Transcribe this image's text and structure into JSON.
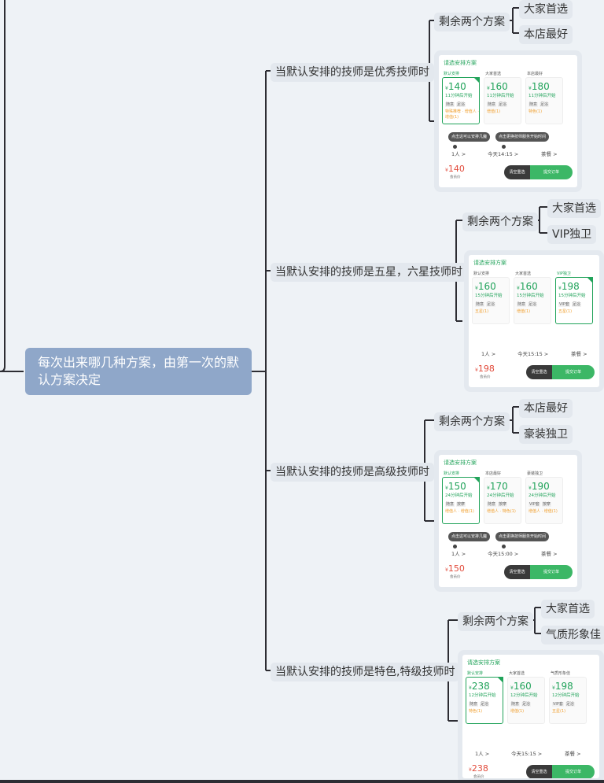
{
  "root": {
    "label": "每次出来哪几种方案，由第一次的默认方案决定"
  },
  "common": {
    "remaining_label": "剩余两个方案",
    "card_title": "请选安排方案",
    "tip_left": "点击这可以安排几魔",
    "tip_right": "点击更换技师服务开始时间",
    "people": "1人 >",
    "package": "茶餐 >",
    "price_sub": "会员价",
    "clear_button": "清空重选",
    "submit_button": "提交订单",
    "yen": "¥"
  },
  "branches": [
    {
      "label": "当默认安排的技师是优秀技师时",
      "remaining": [
        "大家首选",
        "本店最好"
      ],
      "card": {
        "time": "今天14:15 >",
        "total": "140",
        "show_tips": true,
        "options": [
          {
            "name": "默认安排",
            "price": "140",
            "start": "11分钟后开始",
            "tags": [
              "随意",
              "足浴"
            ],
            "note": "特殊推荐 · 增值人 · 增值(1)",
            "selected": true
          },
          {
            "name": "大家首选",
            "price": "160",
            "start": "11分钟后开始",
            "tags": [
              "随意",
              "足浴"
            ],
            "note": "增值(1)",
            "selected": false
          },
          {
            "name": "本店最好",
            "price": "180",
            "start": "11分钟后开始",
            "tags": [
              "随意",
              "足浴"
            ],
            "note": "特色(1)",
            "selected": false
          }
        ]
      }
    },
    {
      "label": "当默认安排的技师是五星，六星技师时",
      "remaining": [
        "大家首选",
        "VIP独卫"
      ],
      "card": {
        "time": "今天15:15 >",
        "total": "198",
        "show_tips": false,
        "options": [
          {
            "name": "默认安排",
            "price": "160",
            "start": "15分钟后开始",
            "tags": [
              "随意",
              "足浴"
            ],
            "note": "五星(1)",
            "selected": false
          },
          {
            "name": "大家首选",
            "price": "160",
            "start": "15分钟后开始",
            "tags": [
              "随意",
              "足浴"
            ],
            "note": "增值(1)",
            "selected": false
          },
          {
            "name": "VIP独卫",
            "price": "198",
            "start": "15分钟后开始",
            "tags": [
              "VIP套",
              "足浴"
            ],
            "note": "五星(1)",
            "selected": true
          }
        ]
      }
    },
    {
      "label": "当默认安排的技师是高级技师时",
      "remaining": [
        "本店最好",
        "豪装独卫"
      ],
      "card": {
        "time": "今天15:00 >",
        "total": "150",
        "show_tips": true,
        "options": [
          {
            "name": "默认安排",
            "price": "150",
            "start": "24分钟后开始",
            "tags": [
              "随意",
              "按摩"
            ],
            "note": "增值人 · 增值(1)",
            "selected": true
          },
          {
            "name": "本店最好",
            "price": "170",
            "start": "24分钟后开始",
            "tags": [
              "随意",
              "按摩"
            ],
            "note": "增值人 · 特色(1)",
            "selected": false
          },
          {
            "name": "豪装独卫",
            "price": "190",
            "start": "24分钟后开始",
            "tags": [
              "VIP套",
              "按摩"
            ],
            "note": "增值人 · 增值(1)",
            "selected": false
          }
        ]
      }
    },
    {
      "label": "当默认安排的技师是特色,特级技师时",
      "remaining": [
        "大家首选",
        "气质形象佳"
      ],
      "card": {
        "time": "今天15:15 >",
        "total": "238",
        "show_tips": false,
        "options": [
          {
            "name": "默认安排",
            "price": "238",
            "start": "12分钟后开始",
            "tags": [
              "随意",
              "足浴"
            ],
            "note": "特色(1)",
            "selected": true
          },
          {
            "name": "大家首选",
            "price": "160",
            "start": "12分钟后开始",
            "tags": [
              "随意",
              "足浴"
            ],
            "note": "增值(1)",
            "selected": false
          },
          {
            "name": "气质形象佳",
            "price": "198",
            "start": "12分钟后开始",
            "tags": [
              "VIP套",
              "足浴"
            ],
            "note": "五星(1)",
            "selected": false
          }
        ]
      }
    }
  ]
}
